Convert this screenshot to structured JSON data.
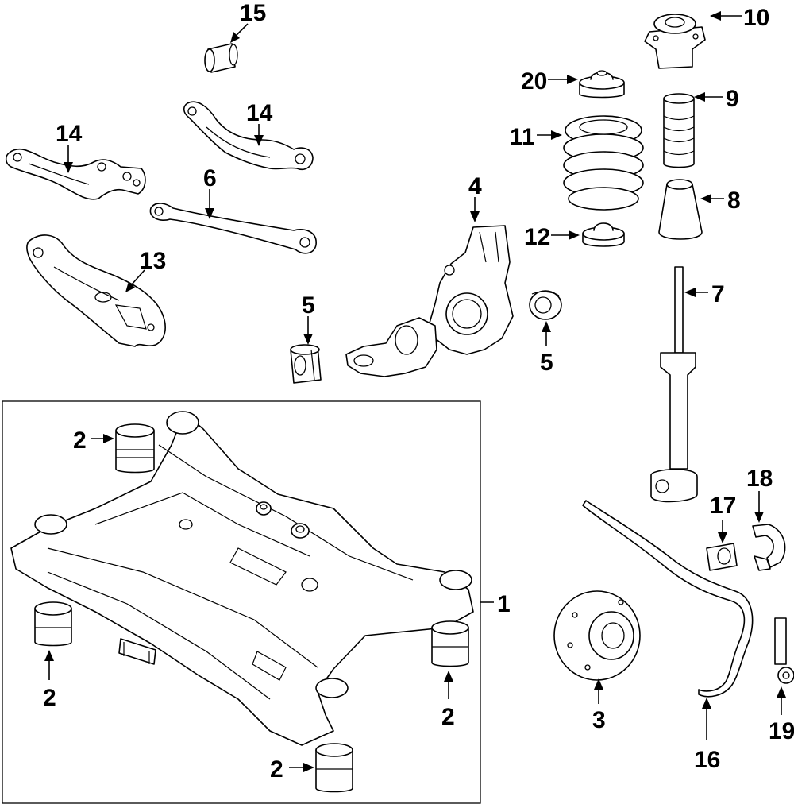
{
  "diagram": {
    "colors": {
      "line": "#000000",
      "background": "#ffffff"
    },
    "callouts": [
      {
        "id": "c15",
        "label": "15"
      },
      {
        "id": "c14a",
        "label": "14"
      },
      {
        "id": "c14b",
        "label": "14"
      },
      {
        "id": "c6",
        "label": "6"
      },
      {
        "id": "c13",
        "label": "13"
      },
      {
        "id": "c4",
        "label": "4"
      },
      {
        "id": "c5a",
        "label": "5"
      },
      {
        "id": "c5b",
        "label": "5"
      },
      {
        "id": "c20",
        "label": "20"
      },
      {
        "id": "c11",
        "label": "11"
      },
      {
        "id": "c12",
        "label": "12"
      },
      {
        "id": "c10",
        "label": "10"
      },
      {
        "id": "c9",
        "label": "9"
      },
      {
        "id": "c8",
        "label": "8"
      },
      {
        "id": "c7",
        "label": "7"
      },
      {
        "id": "c1",
        "label": "1"
      },
      {
        "id": "c2a",
        "label": "2"
      },
      {
        "id": "c2b",
        "label": "2"
      },
      {
        "id": "c2c",
        "label": "2"
      },
      {
        "id": "c2d",
        "label": "2"
      },
      {
        "id": "c3",
        "label": "3"
      },
      {
        "id": "c16",
        "label": "16"
      },
      {
        "id": "c17",
        "label": "17"
      },
      {
        "id": "c18",
        "label": "18"
      },
      {
        "id": "c19",
        "label": "19"
      }
    ]
  }
}
